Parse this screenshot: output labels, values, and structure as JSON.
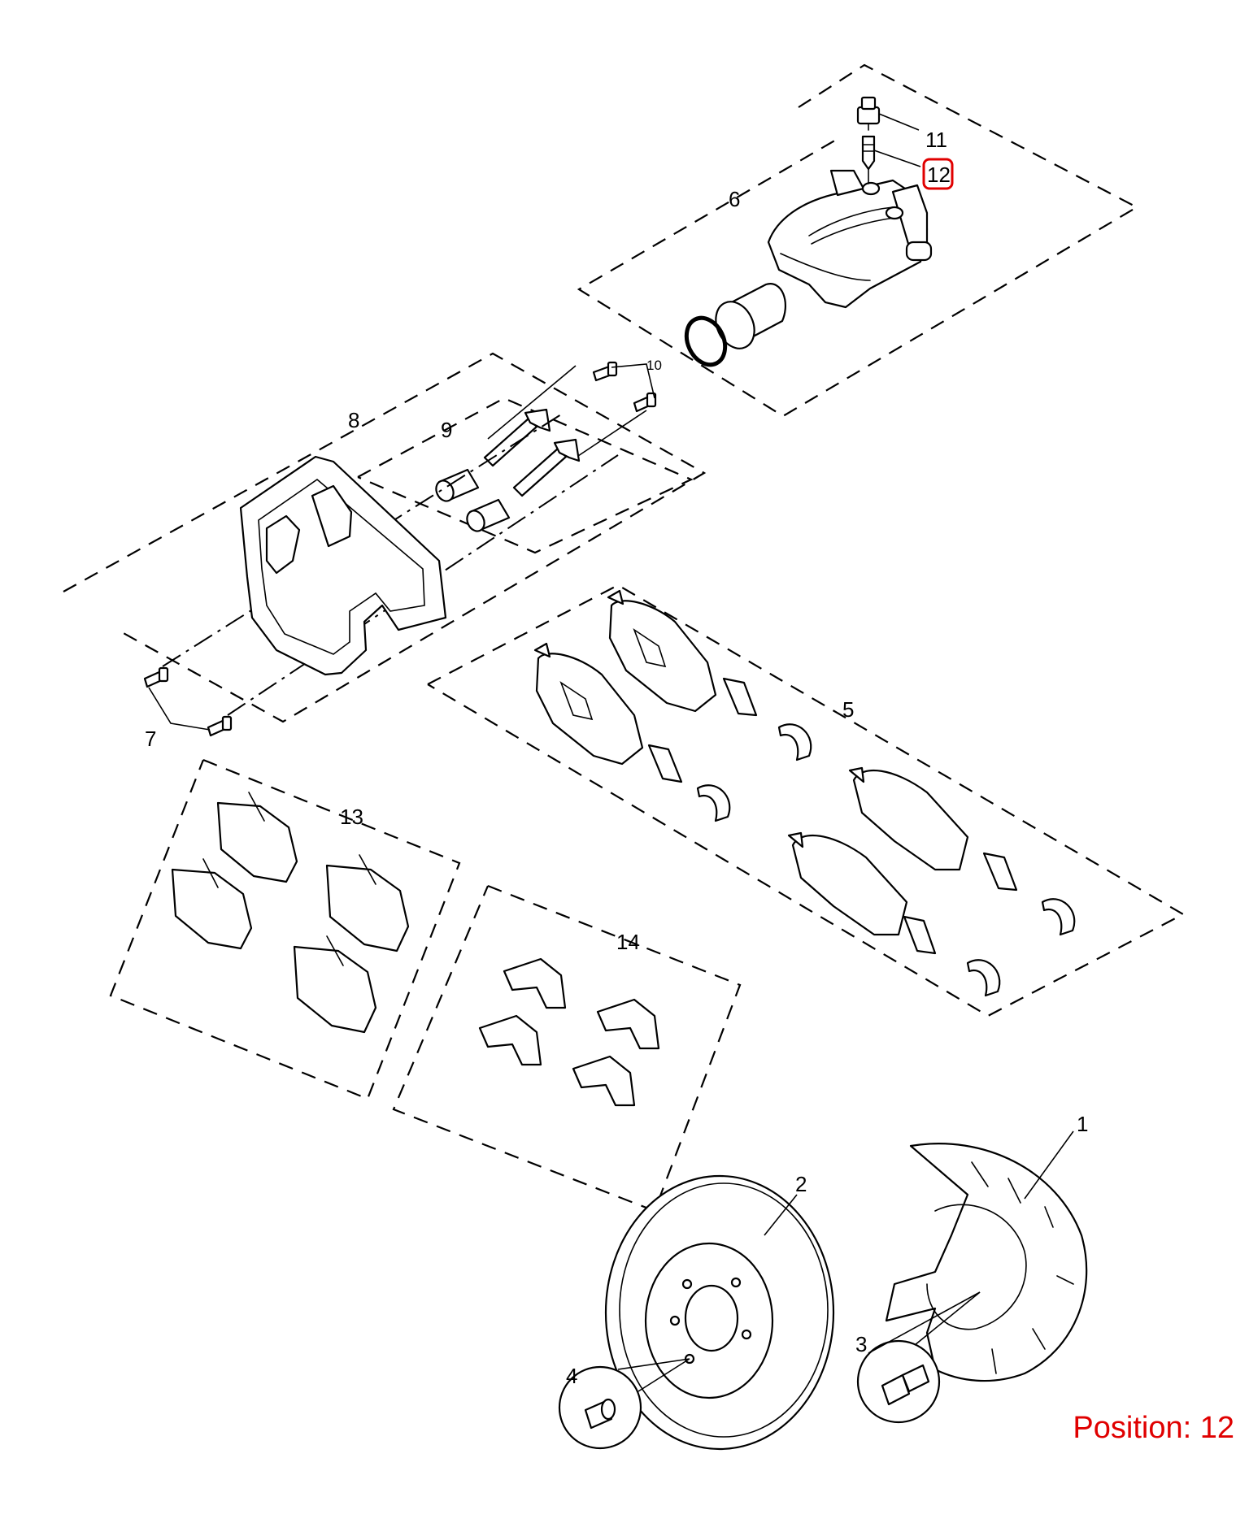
{
  "callouts": {
    "c1": "1",
    "c2": "2",
    "c3": "3",
    "c4": "4",
    "c5": "5",
    "c6": "6",
    "c7": "7",
    "c8": "8",
    "c9": "9",
    "c10": "10",
    "c11": "11",
    "c12": "12",
    "c13": "13",
    "c14": "14"
  },
  "highlighted_callout": "12",
  "position_label": "Position: 12",
  "colors": {
    "highlight": "#e00000",
    "line": "#000000",
    "background": "#ffffff"
  }
}
